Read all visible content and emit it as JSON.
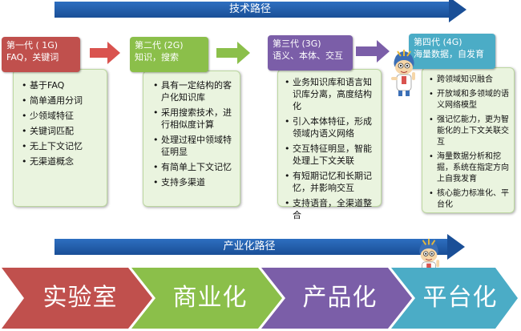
{
  "top_banner": {
    "label": "技术路径",
    "color": "#1f5aa8"
  },
  "mid_banner": {
    "label": "产业化路径",
    "color": "#1f5aa8"
  },
  "generations": [
    {
      "title_line1": "第一代 ( 1G)",
      "title_line2": "FAQ，关键词",
      "color": "#c0504d",
      "items": [
        "基于FAQ",
        "简单通用分词",
        "少领域特征",
        "关键词匹配",
        "无上下文记忆",
        "无渠道概念"
      ]
    },
    {
      "title_line1": "第二代 (2G)",
      "title_line2": "知识，搜索",
      "color": "#8bbf4a",
      "items": [
        "具有一定结构的客户化知识库",
        "采用搜索技术，进行相似度计算",
        "处理过程中领域特征明显",
        "有简单上下文记忆",
        "支持多渠道"
      ]
    },
    {
      "title_line1": "第三代 (3G)",
      "title_line2": "语义、本体、交互",
      "color": "#7b5ea8",
      "items": [
        "业务知识库和语言知识库分离，高度结构化",
        "引入本体特征，形成领域内语义网络",
        "交互特征明显，智能处理上下文关联",
        "有短期记忆和长期记忆，并影响交互",
        "支持语音，全渠道整合"
      ]
    },
    {
      "title_line1": "第四代 (4G)",
      "title_line2": "海量数据，自发育",
      "color": "#4bacc6",
      "items": [
        "跨领域知识融合",
        "开放域和多领域的语义网络模型",
        "强记忆能力，更为智能化的上下文关联交互",
        "海量数据分析和挖掘，系统在指定方向上自我发育",
        "核心能力标准化、平台化"
      ]
    }
  ],
  "stages": [
    {
      "label": "实验室",
      "color": "#c0504d"
    },
    {
      "label": "商业化",
      "color": "#8bbf4a"
    },
    {
      "label": "产品化",
      "color": "#7b5ea8"
    },
    {
      "label": "平台化",
      "color": "#4bacc6"
    }
  ]
}
